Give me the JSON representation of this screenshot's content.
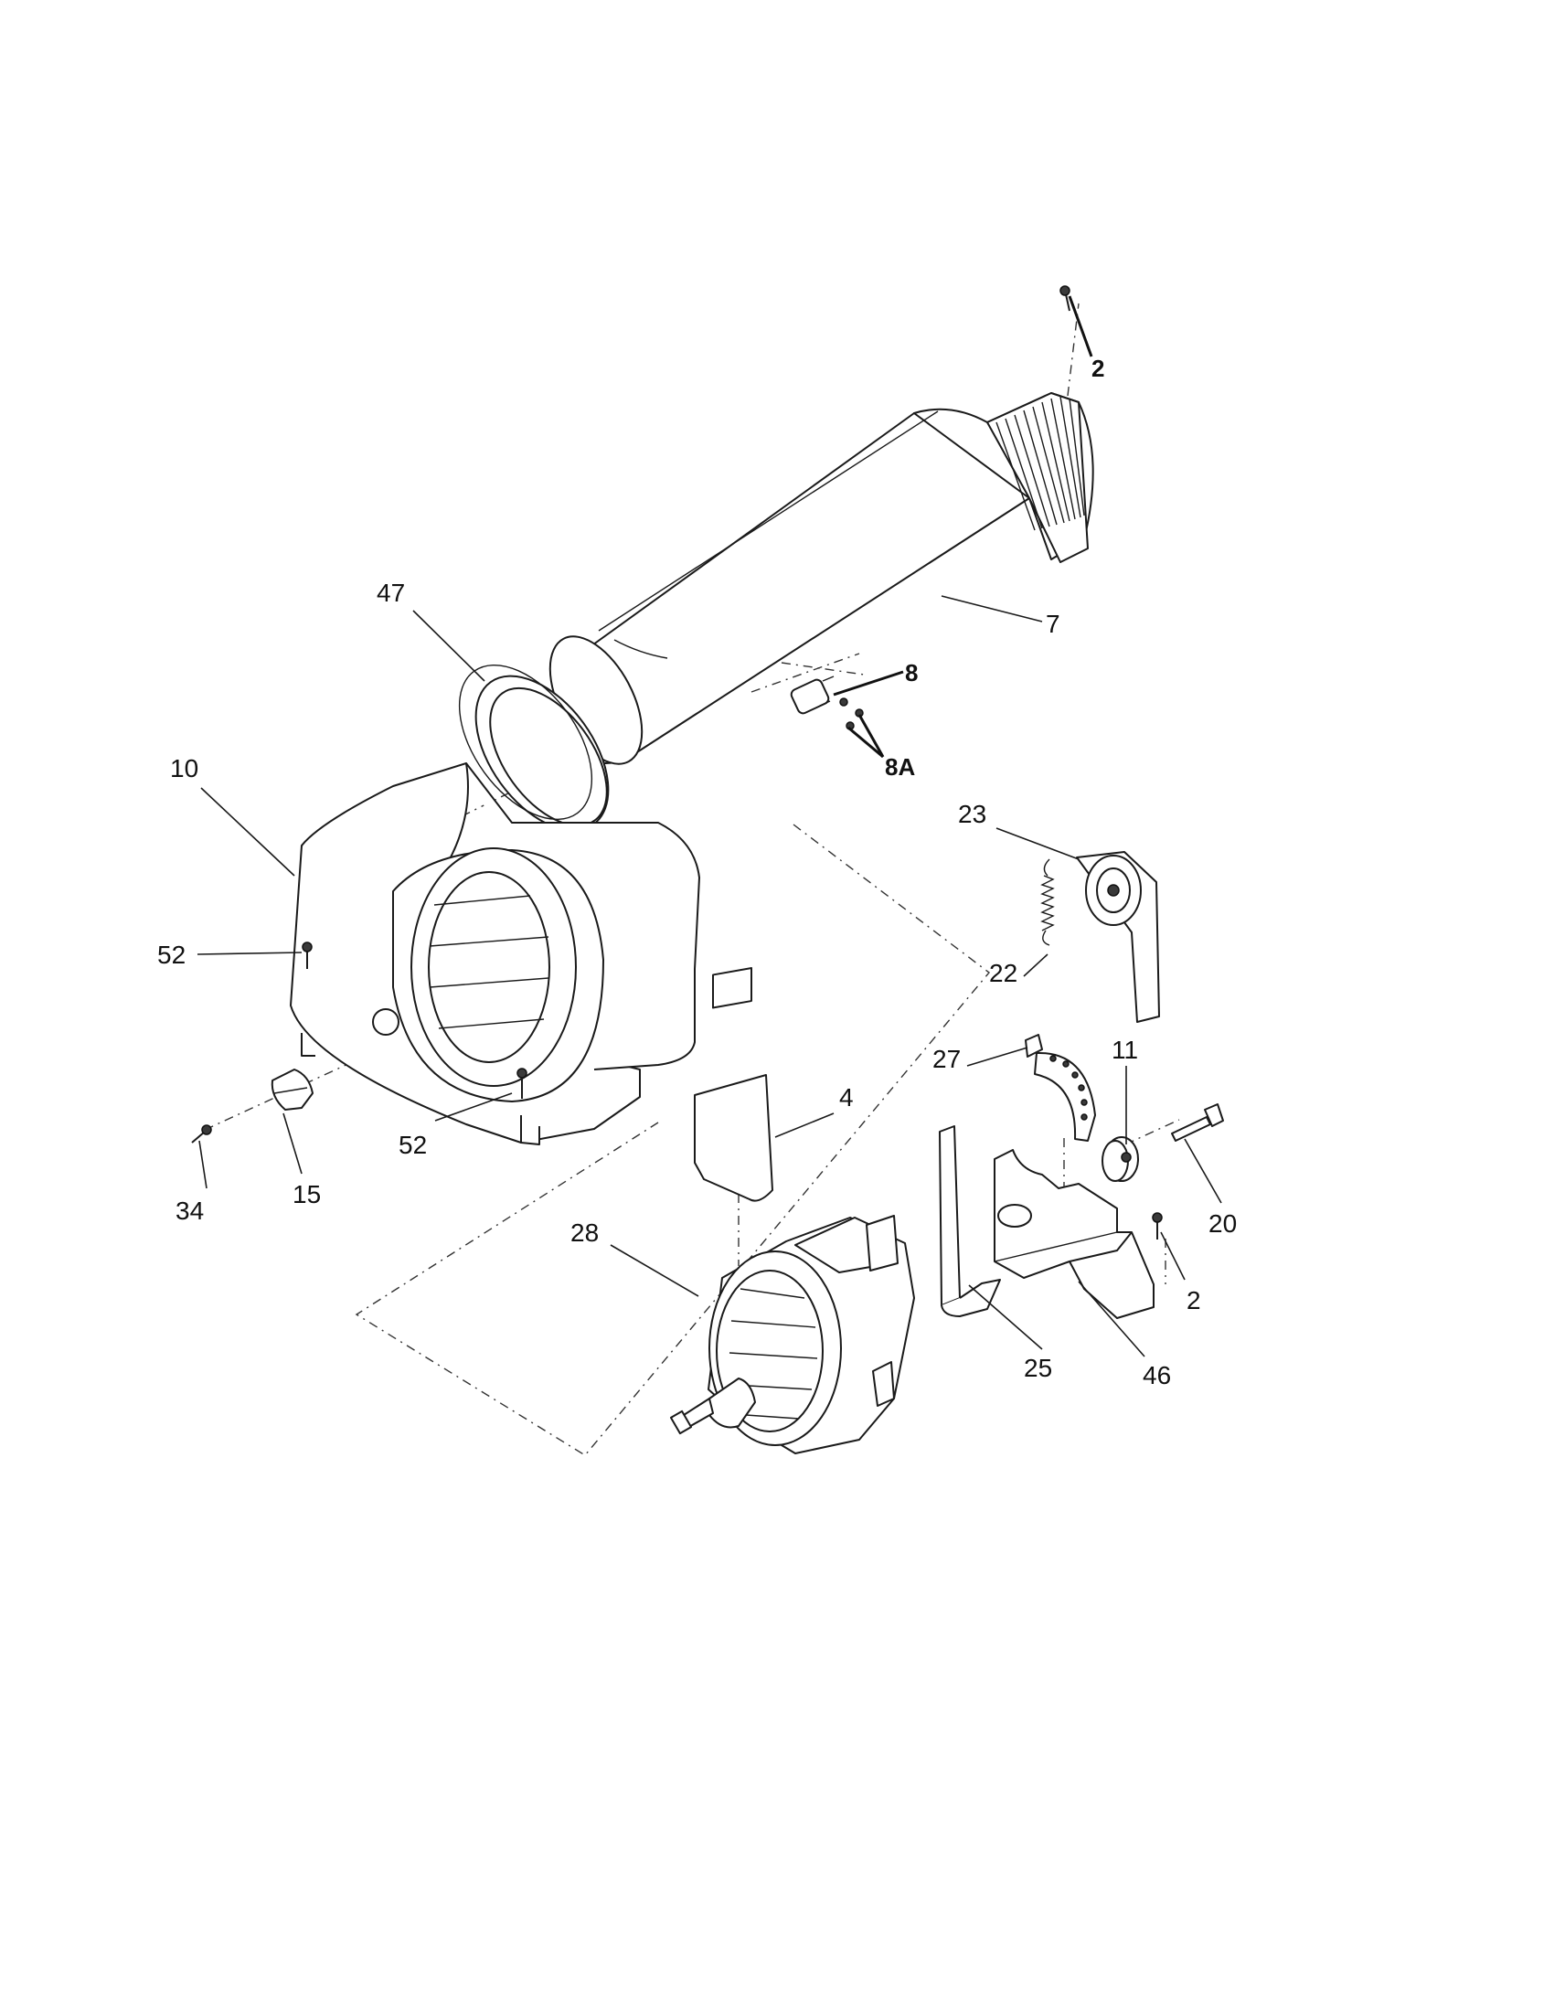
{
  "callouts": {
    "c2_top": "2",
    "c47": "47",
    "c7": "7",
    "c8": "8",
    "c8A": "8A",
    "c10": "10",
    "c52_left": "52",
    "c52_bottom": "52",
    "c34": "34",
    "c15": "15",
    "c23": "23",
    "c22": "22",
    "c27": "27",
    "c11": "11",
    "c4": "4",
    "c20": "20",
    "c28": "28",
    "c2_right": "2",
    "c25": "25",
    "c46": "46"
  }
}
